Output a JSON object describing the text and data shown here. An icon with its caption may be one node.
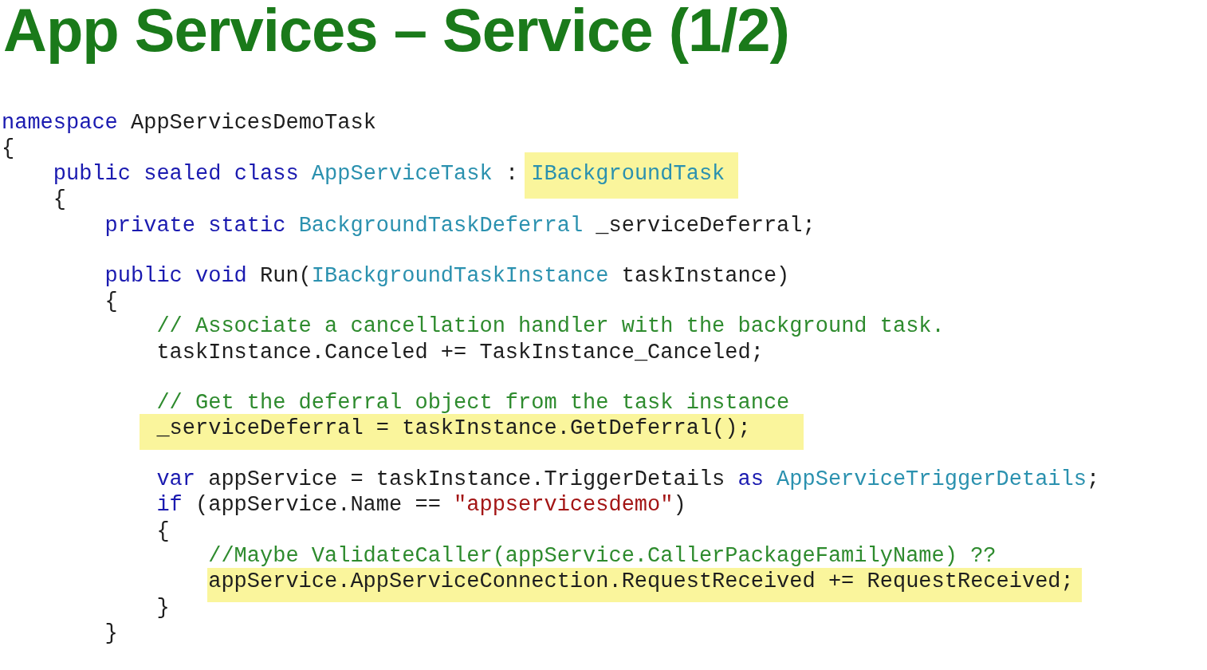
{
  "diagram": {
    "title": "App Services – Service (1/2)",
    "nodes": [
      {
        "text": [
          "IBackgroundTask"
        ]
      },
      {
        "text": [
          "_serviceDeferral = taskInstance.GetDeferral();"
        ]
      },
      {
        "text": [
          "appService.AppServiceConnection.RequestReceived += RequestReceived;"
        ]
      }
    ],
    "labels": [
      "namespace",
      "AppServicesDemoTask",
      "{",
      "public sealed class",
      "AppServiceTask",
      ":",
      "{",
      "private static",
      "BackgroundTaskDeferral",
      "_serviceDeferral;",
      "public void",
      "Run(",
      "IBackgroundTaskInstance",
      "taskInstance)",
      "{",
      "// Associate a cancellation handler with the background task.",
      "taskInstance.Canceled += TaskInstance_Canceled;",
      "// Get the deferral object from the task instance",
      "var",
      "appService = taskInstance.TriggerDetails",
      "as",
      "AppServiceTriggerDetails",
      ";",
      "if",
      "(appService.Name ==",
      "\"appservicesdemo\"",
      ")",
      "{",
      "//Maybe ValidateCaller(appService.CallerPackageFamilyName) ??",
      "}",
      "}"
    ]
  }
}
